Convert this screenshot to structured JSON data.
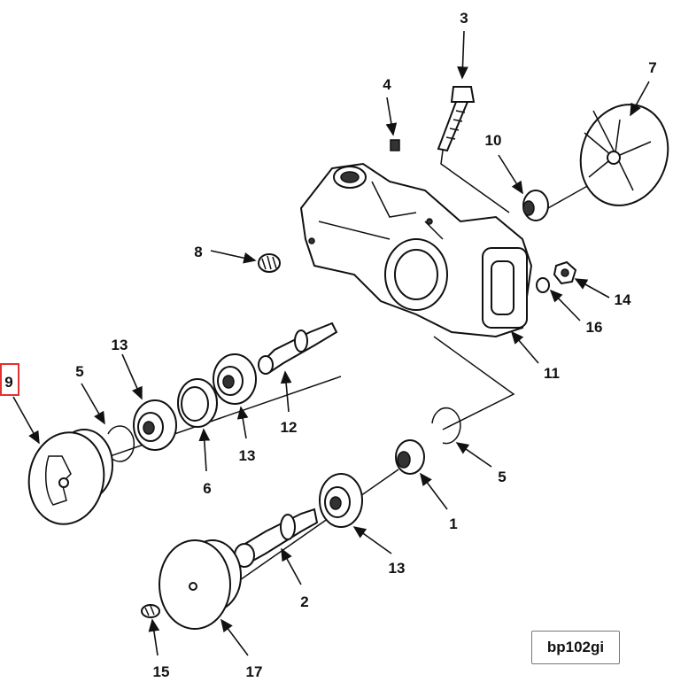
{
  "diagram": {
    "reference_code": "bp102gi",
    "highlighted_callout": "9",
    "callouts": {
      "c1": "1",
      "c2": "2",
      "c3": "3",
      "c4": "4",
      "c5a": "5",
      "c5b": "5",
      "c6": "6",
      "c7": "7",
      "c8": "8",
      "c9": "9",
      "c10": "10",
      "c11": "11",
      "c12": "12",
      "c13a": "13",
      "c13b": "13",
      "c13c": "13",
      "c14": "14",
      "c15": "15",
      "c16": "16",
      "c17": "17"
    },
    "highlight_color": "#e53030"
  }
}
